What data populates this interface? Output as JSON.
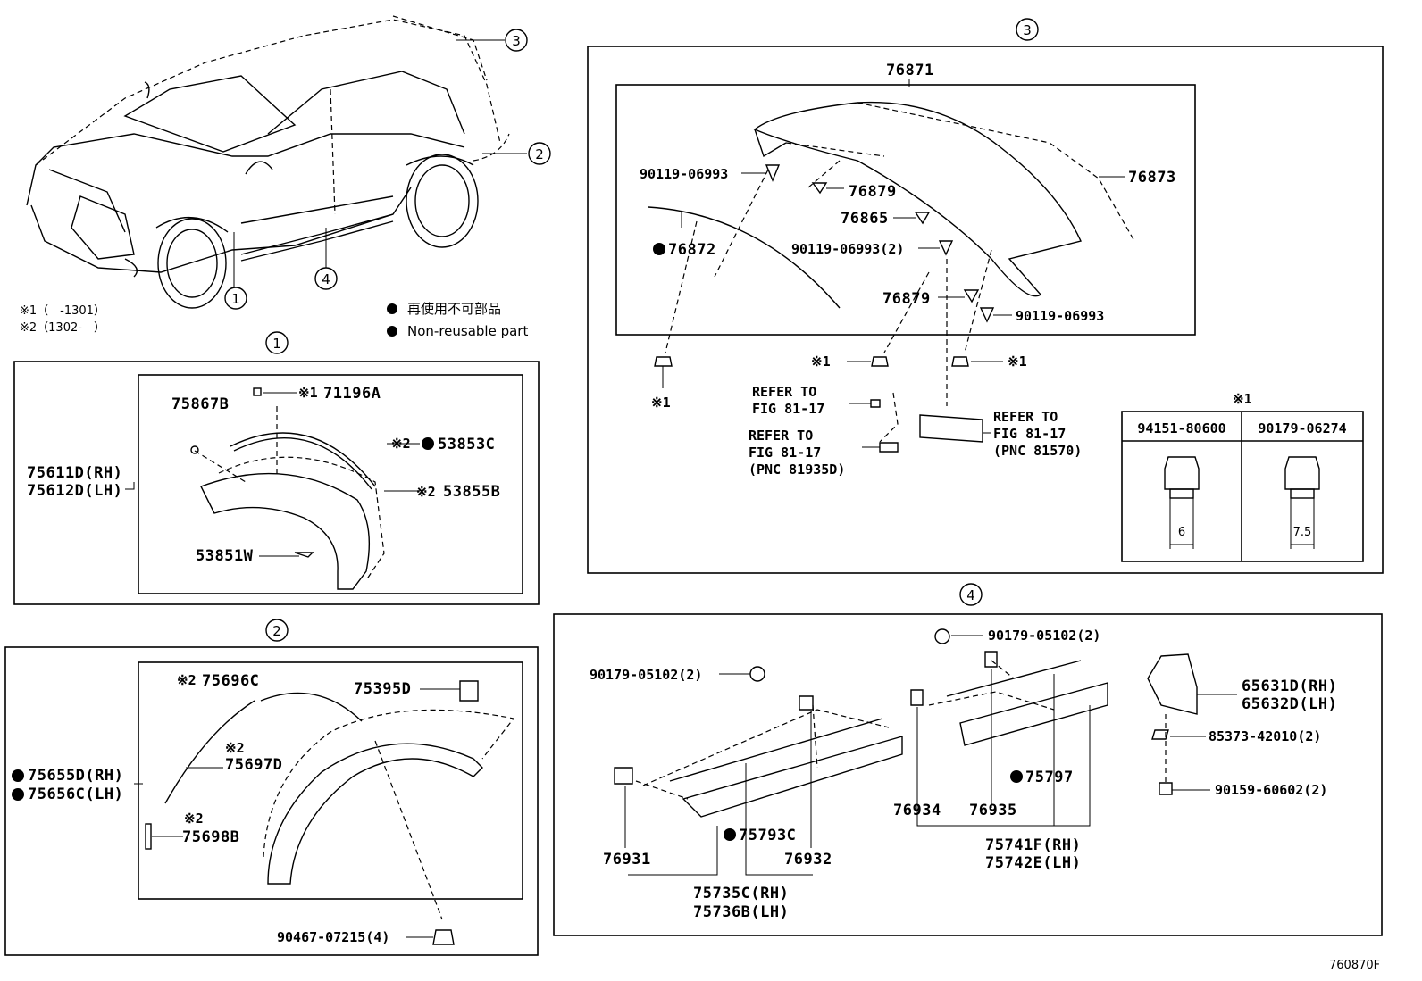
{
  "legend": {
    "mark1": "※1（　-1301）",
    "mark2": "※2（1302-　）",
    "nonreuse_jp": "再使用不可部品",
    "nonreuse_en": "Non-reusable part"
  },
  "callouts": {
    "c1": "1",
    "c2": "2",
    "c3": "3",
    "c4": "4"
  },
  "figure_id": "760870F",
  "section1": {
    "mark_71196a": "※1",
    "p_71196a": "71196A",
    "p_75867b": "75867B",
    "mark_53853c": "※2",
    "p_53853c": "53853C",
    "mark_53855b": "※2",
    "p_53855b": "53855B",
    "p_53851w": "53851W",
    "p_rh": "75611D(RH)",
    "p_lh": "75612D(LH)"
  },
  "section2": {
    "mark_75696c": "※2",
    "p_75696c": "75696C",
    "p_75395d": "75395D",
    "mark_75697d": "※2",
    "p_75697d": "75697D",
    "mark_75698b": "※2",
    "p_75698b": "75698B",
    "p_rh": "75655D(RH)",
    "p_lh": "75656C(LH)",
    "p_90467": "90467-07215(4)"
  },
  "section3": {
    "p_76871": "76871",
    "p_90119_a": "90119-06993",
    "p_76879_a": "76879",
    "p_76873": "76873",
    "p_76865": "76865",
    "p_90119_b": "90119-06993(2)",
    "p_76872": "76872",
    "p_76879_b": "76879",
    "p_90119_c": "90119-06993",
    "mark_a": "※1",
    "mark_b": "※1",
    "mark_c": "※1",
    "refer1_l1": "REFER TO",
    "refer1_l2": "FIG 81-17",
    "refer2_l1": "REFER TO",
    "refer2_l2": "FIG 81-17",
    "refer2_l3": "(PNC 81935D)",
    "refer3_l1": "REFER TO",
    "refer3_l2": "FIG 81-17",
    "refer3_l3": "(PNC 81570)",
    "table_mark": "※1",
    "table_col1": "94151-80600",
    "table_col2": "90179-06274",
    "dim1": "6",
    "dim2": "7.5"
  },
  "section4": {
    "p_90179_a": "90179-05102(2)",
    "p_90179_b": "90179-05102(2)",
    "p_65631d": "65631D(RH)",
    "p_65632d": "65632D(LH)",
    "p_85373": "85373-42010(2)",
    "p_90159": "90159-60602(2)",
    "p_75797": "75797",
    "p_76934": "76934",
    "p_76935": "76935",
    "p_75741f": "75741F(RH)",
    "p_75742e": "75742E(LH)",
    "p_75793c": "75793C",
    "p_76931": "76931",
    "p_76932": "76932",
    "p_75735c": "75735C(RH)",
    "p_75736b": "75736B(LH)"
  }
}
